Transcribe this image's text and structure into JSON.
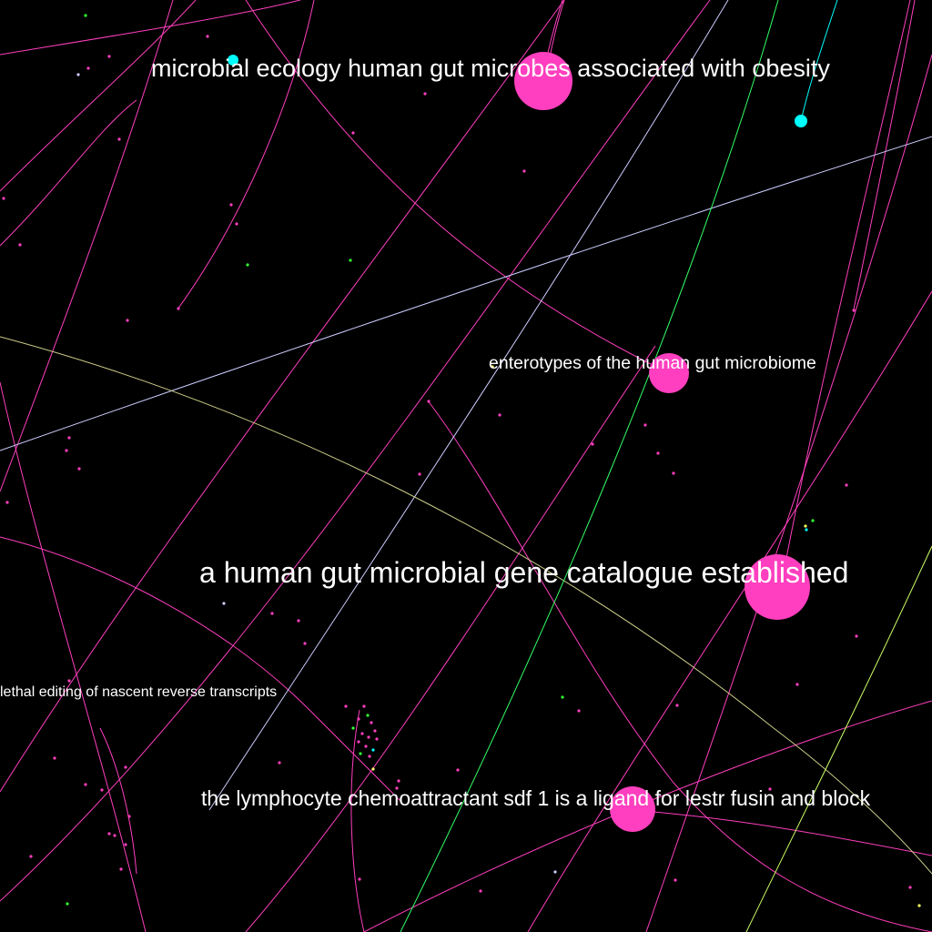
{
  "graph": {
    "background": "#000000",
    "colors": {
      "pink": "#ff3fbf",
      "cyan": "#00ffff",
      "green": "#33ff33",
      "lime": "#ccff66",
      "lavender": "#ccccff",
      "yellow": "#ffff66",
      "olive": "#cccc88",
      "label": "#ffffff"
    },
    "labels": {
      "node_gene_catalogue": "a human gut microbial gene catalogue established",
      "node_obesity": "microbial ecology human gut microbes associated with obesity",
      "node_enterotypes": "enterotypes of the human gut microbiome",
      "node_lethal_editing": "lethal editing of nascent reverse transcripts",
      "node_sdf1": "the lymphocyte chemoattractant sdf 1 is a ligand for lestr fusin and block"
    }
  }
}
